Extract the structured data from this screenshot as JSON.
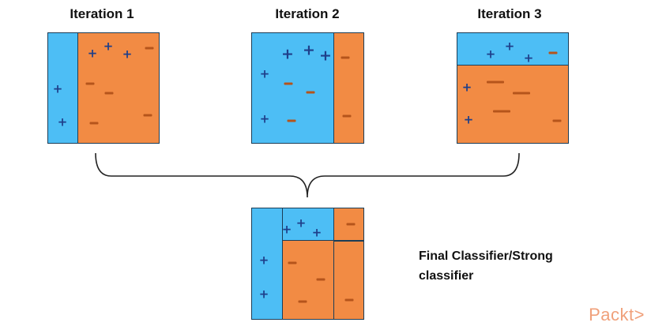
{
  "colors": {
    "blue": "#4dbef5",
    "orange": "#f28b44",
    "border": "#1c3d57",
    "plus": "#1f3f8a",
    "minus": "#b5541b",
    "brace": "#222222"
  },
  "titles": {
    "iteration_1": "Iteration 1",
    "iteration_2": "Iteration 2",
    "iteration_3": "Iteration 3"
  },
  "caption": {
    "line1": "Final Classifier/Strong",
    "line2": "classifier"
  },
  "logo": {
    "text": "Packt>"
  },
  "symbols": {
    "plus": "+"
  }
}
